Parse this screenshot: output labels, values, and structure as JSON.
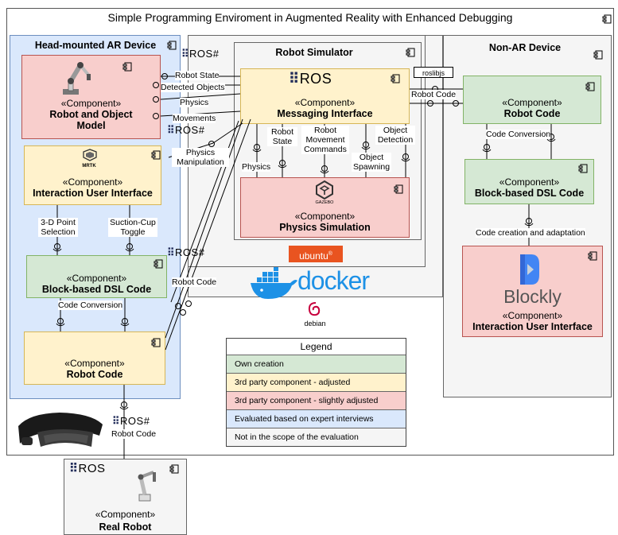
{
  "title": "Simple Programming Enviroment in Augmented Reality with Enhanced Debugging",
  "ros_hash": "ROS#",
  "ros": "ROS",
  "ar_device": {
    "label": "Head-mounted AR Device",
    "robot_model": {
      "stereotype": "«Component»",
      "name": "Robot and Object Model"
    },
    "mrtk_text": "MRTK",
    "interaction_ui": {
      "stereotype": "«Component»",
      "name": "Interaction User Interface"
    },
    "point_selection": "3-D Point Selection",
    "suction_toggle": "Suction-Cup Toggle",
    "dsl": {
      "stereotype": "«Component»",
      "name": "Block-based DSL Code"
    },
    "code_conversion": "Code Conversion",
    "robot_code": {
      "stereotype": "«Component»",
      "name": "Robot Code"
    }
  },
  "simulator": {
    "label": "Robot Simulator",
    "messaging": {
      "stereotype": "«Component»",
      "name": "Messaging Interface"
    },
    "physics_sim": {
      "stereotype": "«Component»",
      "name": "Physics Simulation"
    },
    "gazebo_text": "GAZEBO",
    "ubuntu": "ubuntu",
    "docker": "docker",
    "debian": "debian"
  },
  "links": {
    "robot_state": "Robot State",
    "detected_objects": "Detected Objects",
    "physics": "Physics",
    "movements": "Movements",
    "physics_manipulation": "Physics Manipulation",
    "robot_code": "Robot Code",
    "roslibjs": "roslibjs"
  },
  "sim_ports": {
    "physics": "Physics",
    "robot_state": "Robot State",
    "movement_commands": "Robot Movement Commands",
    "object_spawning": "Object Spawning",
    "object_detection": "Object Detection"
  },
  "non_ar": {
    "label": "Non-AR Device",
    "robot_code": {
      "stereotype": "«Component»",
      "name": "Robot Code"
    },
    "code_conversion": "Code Conversion",
    "dsl": {
      "stereotype": "«Component»",
      "name": "Block-based DSL Code"
    },
    "code_creation": "Code creation and adaptation",
    "blockly_text": "Blockly",
    "ui": {
      "stereotype": "«Component»",
      "name": "Interaction User Interface"
    }
  },
  "real_robot": {
    "stereotype": "«Component»",
    "name": "Real Robot"
  },
  "robot_code_link": "Robot Code",
  "legend": {
    "title": "Legend",
    "rows": [
      {
        "label": "Own creation",
        "color": "#d5e8d4"
      },
      {
        "label": "3rd party component - adjusted",
        "color": "#fff2cc"
      },
      {
        "label": "3rd party component - slightly adjusted",
        "color": "#f8cecc"
      },
      {
        "label": "Evaluated based on expert interviews",
        "color": "#dae8fc"
      },
      {
        "label": "Not in the scope of the evaluation",
        "color": "#f5f5f5"
      }
    ]
  }
}
